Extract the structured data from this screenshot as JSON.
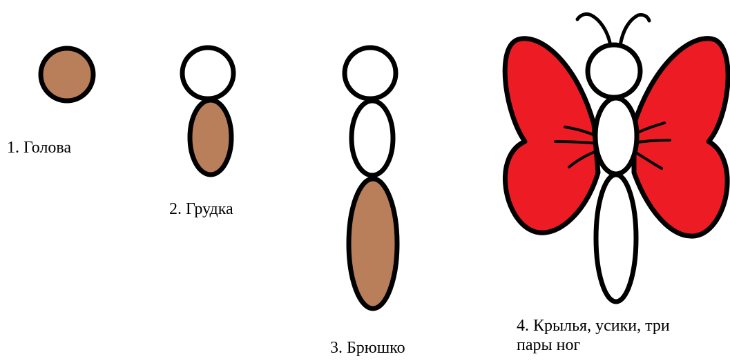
{
  "colors": {
    "outline": "#000000",
    "body_fill": "#b97e5a",
    "wing_fill": "#ed1c24",
    "blank_fill": "#ffffff"
  },
  "steps": [
    {
      "label": "1. Голова"
    },
    {
      "label": "2. Грудка"
    },
    {
      "label": "3. Брюшко"
    },
    {
      "label_line1": "4. Крылья, усики, три",
      "label_line2": "пары ног"
    }
  ]
}
